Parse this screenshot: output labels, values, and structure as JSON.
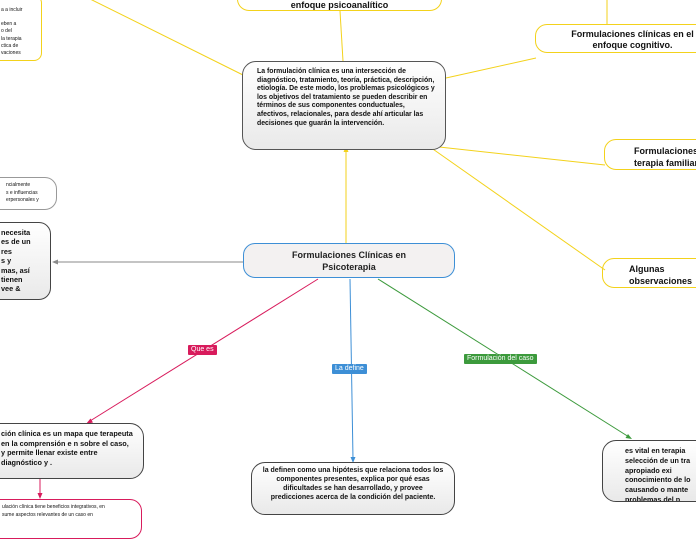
{
  "center": {
    "title": "Formulaciones Clínicas en Psicoterapia"
  },
  "top_node": {
    "text": "La formulación clínica es una intersección de diagnóstico, tratamiento, teoría, práctica, descripción, etiología. De este modo, los problemas psicológicos y los objetivos del tratamiento se pueden describir en términos de sus componentes conductuales, afectivos, relacionales, para desde ahí articular las decisiones que guarán la intervención."
  },
  "branches": {
    "psychoanalytic": "enfoque psicoanalítico",
    "cognitive": "Formulaciones clínicas en el enfoque cognitivo.",
    "family": "Formulaciones en terapia familiar",
    "observations": "Algunas observaciones respecto al enfoque"
  },
  "left_top_small": {
    "lines": [
      "a a incluir",
      "",
      "eben a",
      "o del",
      "la terapia",
      "ctica de",
      "vaciones"
    ]
  },
  "left_small": {
    "lines": [
      "ncialmente",
      "s e influencias",
      "erpersonales y"
    ]
  },
  "left_middle": {
    "lines": [
      "necesita",
      "es de un",
      "res",
      "s y",
      "mas, así",
      "tienen",
      "vee &"
    ]
  },
  "tags": {
    "que_es": "Que es",
    "la_define": "La define",
    "formulacion_del_caso": "Formulación del caso"
  },
  "bottom_left": {
    "text": "ción clínica es un mapa que terapeuta en la comprensión e n sobre el caso, y permite llenar existe entre diagnóstico y ."
  },
  "bottom_center": {
    "text": "la definen como una hipótesis que relaciona todos los componentes presentes, explica por qué esas dificultades se han desarrollado, y provee predicciones acerca de la condición del paciente."
  },
  "bottom_right": {
    "text": "es vital en terapia selección de un tra apropiado exi conocimiento de lo causando o mante problemas del p"
  },
  "bottom_left_small": {
    "lines": [
      "ulación clínica tiene beneficios integrativos, en",
      "sume aspectos relevantes de un caso en"
    ]
  },
  "colors": {
    "yellow": "#f3d21b",
    "gray": "#8a8a8a",
    "crimson": "#d81b5c",
    "blue": "#3d8fd6",
    "green": "#3c9a3c"
  }
}
